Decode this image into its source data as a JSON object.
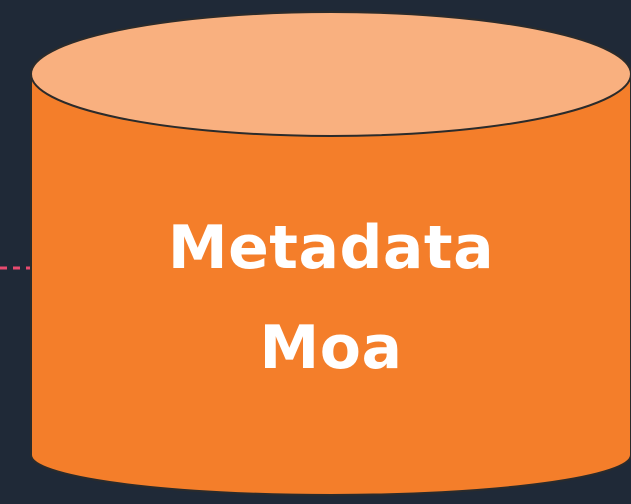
{
  "database_node": {
    "label_line1": "Metadata",
    "label_line2": "Moa",
    "fill_color": "#f47e2a",
    "top_color": "#f9b07f",
    "outline_color": "#2b2b2b"
  },
  "connector": {
    "color": "#e84a6f",
    "style": "dashed"
  },
  "background_color": "#1f2937"
}
